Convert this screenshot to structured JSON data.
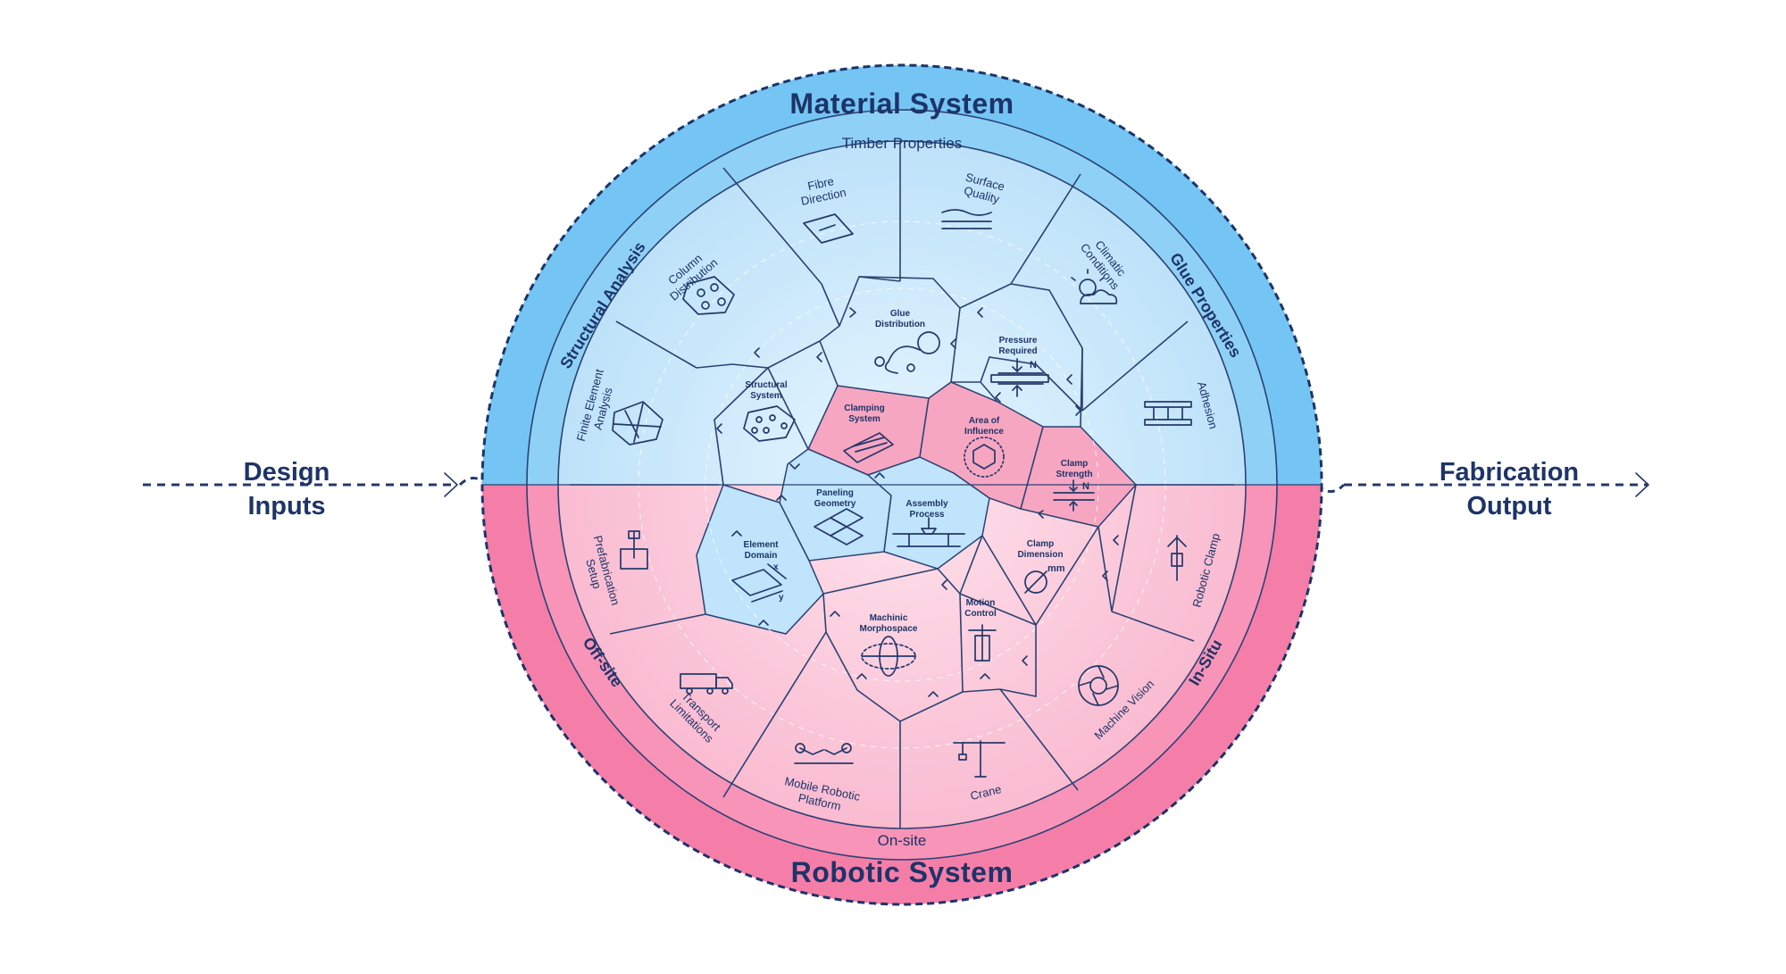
{
  "titles": {
    "top": "Material System",
    "bottom": "Robotic System"
  },
  "side_labels": {
    "left_line1": "Design",
    "left_line2": "Inputs",
    "right_line1": "Fabrication",
    "right_line2": "Output"
  },
  "categories": {
    "timber_properties": "Timber Properties",
    "glue_properties": "Glue Properties",
    "structural_analysis": "Structural Analysis",
    "off_site": "Off-site",
    "on_site": "On-site",
    "in_situ": "In-Situ"
  },
  "outer_cells": {
    "fibre_direction": [
      "Fibre",
      "Direction"
    ],
    "surface_quality": [
      "Surface",
      "Quality"
    ],
    "climatic_conditions": [
      "Climatic",
      "Conditions"
    ],
    "adhesion": "Adhesion",
    "column_distribution": [
      "Column",
      "Distribution"
    ],
    "finite_element_analysis": [
      "Finite Element",
      "Analysis"
    ],
    "prefabrication_setup": [
      "Prefabrication",
      "Setup"
    ],
    "transport_limitations": [
      "Transport",
      "Limitations"
    ],
    "mobile_robotic_platform": [
      "Mobile Robotic",
      "Platform"
    ],
    "crane": "Crane",
    "machine_vision": "Machine Vision",
    "robotic_clamp": "Robotic Clamp"
  },
  "inner_cells": {
    "glue_distribution": [
      "Glue",
      "Distribution"
    ],
    "pressure_required": [
      "Pressure",
      "Required"
    ],
    "structural_system": [
      "Structural",
      "System"
    ],
    "clamping_system": [
      "Clamping",
      "System"
    ],
    "area_of_influence": [
      "Area of",
      "Influence"
    ],
    "clamp_strength": [
      "Clamp",
      "Strength"
    ],
    "paneling_geometry": [
      "Paneling",
      "Geometry"
    ],
    "assembly_process": [
      "Assembly",
      "Process"
    ],
    "element_domain": [
      "Element",
      "Domain"
    ],
    "clamp_dimension": [
      "Clamp",
      "Dimension"
    ],
    "machinic_morphospace": [
      "Machinic",
      "Morphospace"
    ],
    "motion_control": [
      "Motion",
      "Control"
    ]
  },
  "icon_text": {
    "newton_a": "N",
    "newton_b": "N",
    "mm": "mm",
    "axis_x": "x",
    "axis_y": "y"
  },
  "colors": {
    "blue_dark": "#74c5f4",
    "blue_light": "#bfe4fb",
    "pink_dark": "#f57ea9",
    "pink_light": "#fbc2d6",
    "pink_cell": "#f7a6c2",
    "line": "#2a4272",
    "text": "#1d3468"
  }
}
